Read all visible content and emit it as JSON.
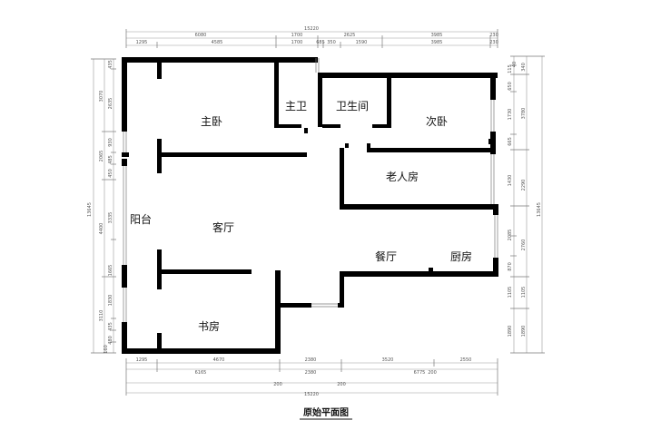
{
  "caption": "原始平面图",
  "rooms": {
    "master_bedroom": "主卧",
    "master_bath": "主卫",
    "bathroom": "卫生间",
    "second_bedroom": "次卧",
    "elder_room": "老人房",
    "balcony": "阳台",
    "living_room": "客厅",
    "dining_room": "餐厅",
    "kitchen": "厨房",
    "study": "书房"
  },
  "dimensions": {
    "top_total": "15220",
    "top_mid": [
      "6080",
      "1700",
      "2625",
      "3985",
      "230"
    ],
    "top_detail": [
      "1295",
      "4585",
      "1700",
      "685",
      "350",
      "1590",
      "3985",
      "230"
    ],
    "bottom_detail": [
      "1295",
      "4670",
      "2380",
      "3520",
      "2550"
    ],
    "bottom_mid": [
      "6165",
      "2380",
      "6775",
      "200"
    ],
    "bottom_small": [
      "200",
      "200"
    ],
    "bottom_total": "15220",
    "left_detail": [
      "435",
      "2635",
      "930",
      "485",
      "450",
      "3335",
      "1665",
      "1830",
      "435",
      "480",
      "160"
    ],
    "left_mid": [
      "3070",
      "2065",
      "4400",
      "3110"
    ],
    "left_total": "13645",
    "right_detail": [
      "115",
      "650",
      "1730",
      "665",
      "1430",
      "2085",
      "870",
      "1105",
      "1890"
    ],
    "right_small": [
      "40"
    ],
    "right_mid": [
      "340",
      "3780",
      "2290",
      "2760",
      "1105",
      "1890"
    ],
    "right_total": "13645"
  }
}
